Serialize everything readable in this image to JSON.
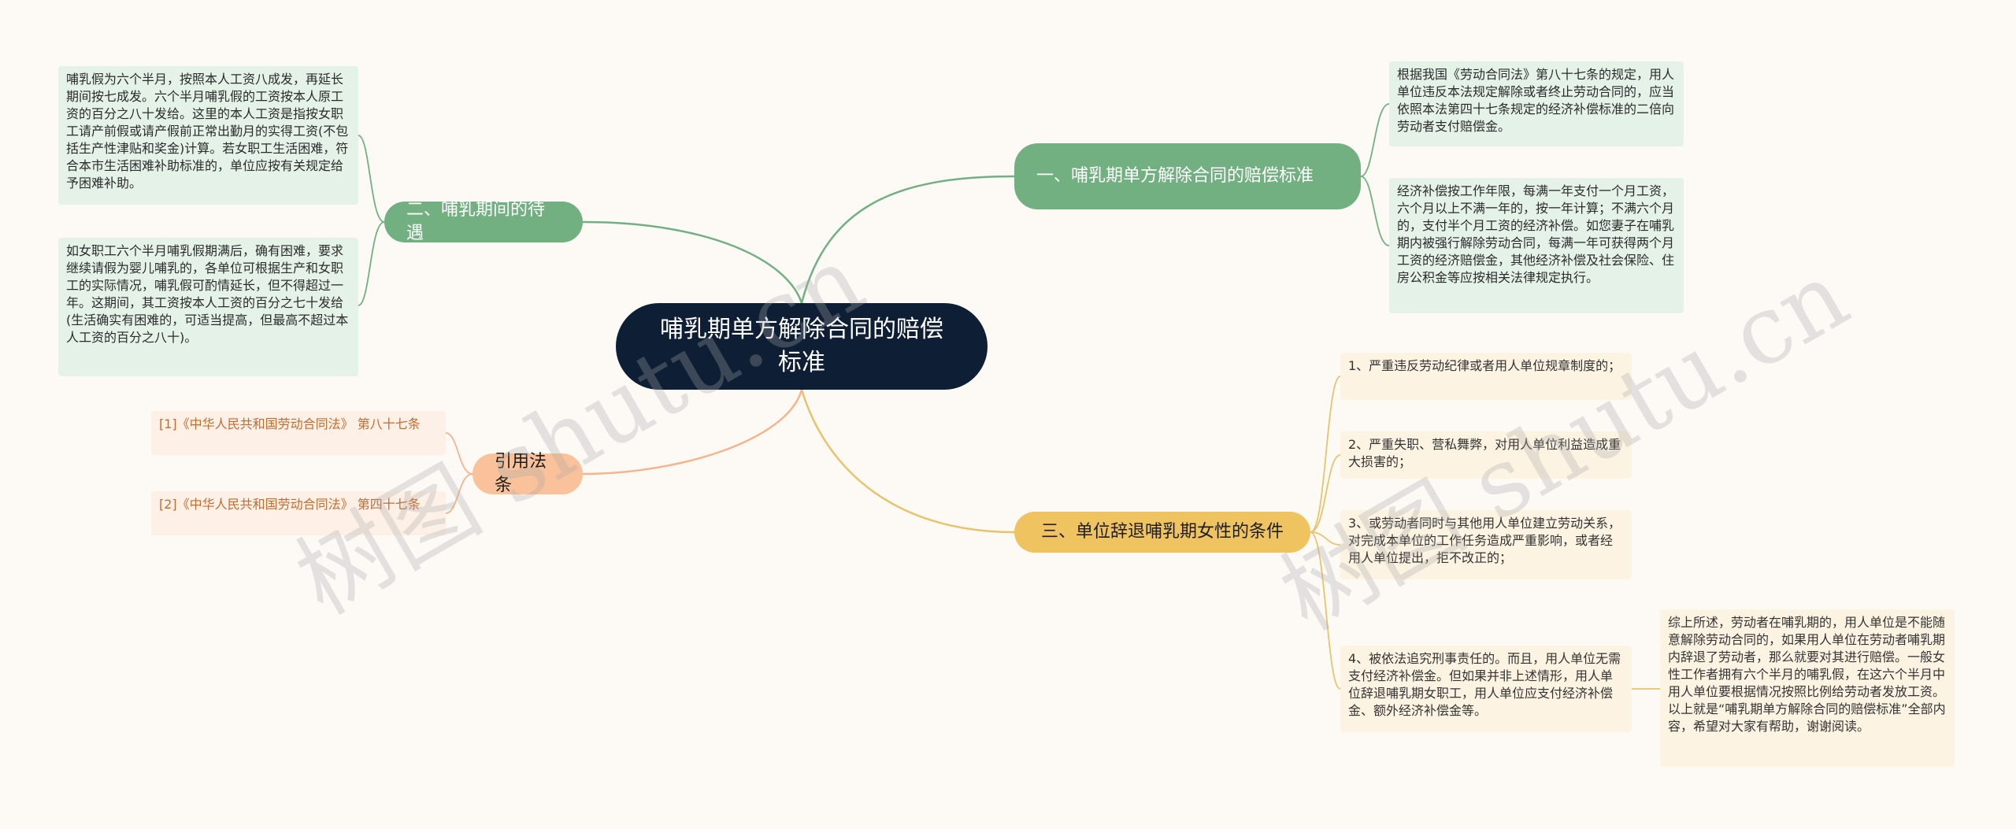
{
  "root": {
    "title": "哺乳期单方解除合同的赔偿标准"
  },
  "branches": {
    "b1": {
      "label": "一、哺乳期单方解除合同的赔偿标准",
      "items": [
        "根据我国《劳动合同法》第八十七条的规定，用人单位违反本法规定解除或者终止劳动合同的，应当依照本法第四十七条规定的经济补偿标准的二倍向劳动者支付赔偿金。",
        "经济补偿按工作年限，每满一年支付一个月工资，六个月以上不满一年的，按一年计算；不满六个月的，支付半个月工资的经济补偿。如您妻子在哺乳期内被强行解除劳动合同，每满一年可获得两个月工资的经济赔偿金，其他经济补偿及社会保险、住房公积金等应按相关法律规定执行。"
      ]
    },
    "b2": {
      "label": "二、哺乳期间的待遇",
      "items": [
        "哺乳假为六个半月，按照本人工资八成发，再延长期间按七成发。六个半月哺乳假的工资按本人原工资的百分之八十发给。这里的本人工资是指按女职工请产前假或请产假前正常出勤月的实得工资(不包括生产性津贴和奖金)计算。若女职工生活困难，符合本市生活困难补助标准的，单位应按有关规定给予困难补助。",
        "如女职工六个半月哺乳假期满后，确有困难，要求继续请假为婴儿哺乳的，各单位可根据生产和女职工的实际情况，哺乳假可酌情延长，但不得超过一年。这期间，其工资按本人工资的百分之七十发给(生活确实有困难的，可适当提高，但最高不超过本人工资的百分之八十)。"
      ]
    },
    "b3": {
      "label": "三、单位辞退哺乳期女性的条件",
      "items": [
        "1、严重违反劳动纪律或者用人单位规章制度的；",
        "2、严重失职、营私舞弊，对用人单位利益造成重大损害的；",
        "3、或劳动者同时与其他用人单位建立劳动关系，对完成本单位的工作任务造成严重影响，或者经用人单位提出，拒不改正的；",
        "4、被依法追究刑事责任的。而且，用人单位无需支付经济补偿金。但如果并非上述情形，用人单位辞退哺乳期女职工，用人单位应支付经济补偿金、额外经济补偿金等。"
      ],
      "summary": "综上所述，劳动者在哺乳期的，用人单位是不能随意解除劳动合同的，如果用人单位在劳动者哺乳期内辞退了劳动者，那么就要对其进行赔偿。一般女性工作者拥有六个半月的哺乳假，在这六个半月中用人单位要根据情况按照比例给劳动者发放工资。以上就是“哺乳期单方解除合同的赔偿标准”全部内容，希望对大家有帮助，谢谢阅读。"
    },
    "b4": {
      "label": "引用法条",
      "items": [
        "[1]《中华人民共和国劳动合同法》 第八十七条",
        "[2]《中华人民共和国劳动合同法》 第四十七条"
      ]
    }
  },
  "watermarks": [
    "树图 shutu.cn",
    "树图 shutu.cn"
  ],
  "colors": {
    "root": "#0e1f35",
    "green": "#72b081",
    "orange": "#f9c29a",
    "yellow": "#f0c361",
    "green_link": "#72b081",
    "orange_link": "#f4b48c",
    "yellow_link": "#e8c36a"
  }
}
